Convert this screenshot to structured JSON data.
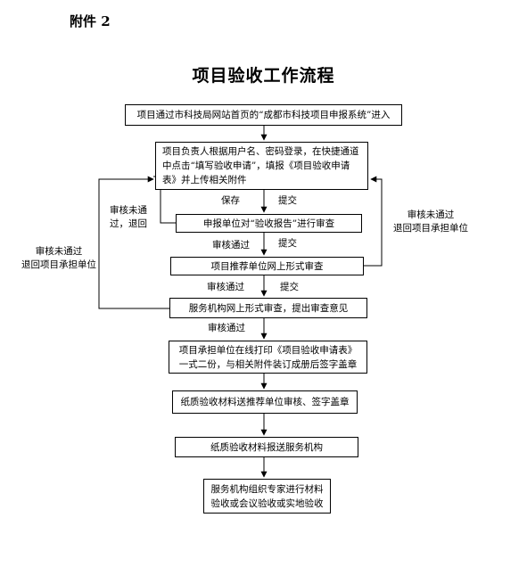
{
  "header": {
    "attachment": "附件 2",
    "title": "项目验收工作流程"
  },
  "boxes": {
    "b1": "项目通过市科技局网站首页的“成都市科技项目申报系统”进入",
    "b2": [
      "项目负责人根据用户名、密码登录，在快捷通道",
      "中点击“填写验收申请”，填报《项目验收申请",
      "表》并上传相关附件"
    ],
    "b3": "申报单位对“验收报告”进行审查",
    "b4": "项目推荐单位网上形式审查",
    "b5": "服务机构网上形式审查，提出审查意见",
    "b6": [
      "项目承担单位在线打印《项目验收申请表》",
      "一式二份，与相关附件装订成册后签字盖章"
    ],
    "b7": "纸质验收材料送推荐单位审核、签字盖章",
    "b8": "纸质验收材料报送服务机构",
    "b9": [
      "服务机构组织专家进行材料",
      "验收或会议验收或实地验收"
    ]
  },
  "labels": {
    "save": "保存",
    "submit1": "提交",
    "reject_left": [
      "审核未通",
      "过，退回"
    ],
    "pass1": "审核通过",
    "submit2": "提交",
    "reject_right": [
      "审核未通过",
      "退回项目承担单位"
    ],
    "reject_far_left": [
      "审核未通过",
      "退回项目承担单位"
    ],
    "pass2": "审核通过",
    "submit3": "提交",
    "pass3": "审核通过"
  }
}
